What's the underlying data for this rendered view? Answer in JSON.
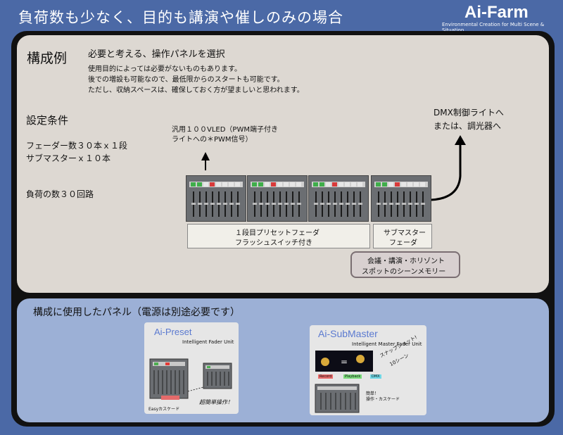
{
  "header": {
    "title": "負荷数も少なく、目的も講演や催しのみの場合",
    "brand": "Ai-Farm",
    "brand_sub": "Environmental Creation for Multi Scene & Situation"
  },
  "top": {
    "section_title": "構成例",
    "heading": "必要と考える、操作パネルを選択",
    "desc_lines": [
      "使用目的によっては必要がないものもあります。",
      "後での増設も可能なので、最低限からのスタートも可能です。",
      "ただし、収納スペースは、確保しておく方が望ましいと思われます。"
    ],
    "conditions_title": "設定条件",
    "conditions_lines": [
      "フェーダー数３０本ｘ１段",
      "サブマスターｘ１０本"
    ],
    "circuits": "負荷の数３０回路",
    "pwm_note_lines": [
      "汎用１００VLED（PWM端子付き",
      "ライトへの＊PWM信号）"
    ],
    "dmx_note_lines": [
      "DMX制御ライトへ",
      "または、調光器へ"
    ],
    "preset_label_lines": [
      "１段目プリセットフェーダ",
      "フラッシュスイッチ付き"
    ],
    "sub_label_lines": [
      "サブマスター",
      "フェーダ"
    ],
    "memory_label_lines": [
      "会議・講演・ホリゾント",
      "スポットのシーンメモリー"
    ]
  },
  "bottom": {
    "title": "構成に使用したパネル（電源は別途必要です）",
    "card1": {
      "name": "Ai-Preset",
      "sub": "Intelligent Fader Unit",
      "note1": "Easyカスケード",
      "note2": "超簡単操作！"
    },
    "card2": {
      "name": "Ai-SubMaster",
      "sub": "Intelligent Master Fader Unit",
      "btn_record": "Record",
      "btn_playback": "Playback",
      "btn_dmx": "DMX",
      "snap": "スナップショット!",
      "snap2": "10シーン",
      "easy1": "簡単！",
      "easy2": "操作・カスケード"
    }
  },
  "colors": {
    "frame": "#4b69a6",
    "top_panel": "#ddd8d2",
    "bottom_panel": "#9cb0d6"
  }
}
